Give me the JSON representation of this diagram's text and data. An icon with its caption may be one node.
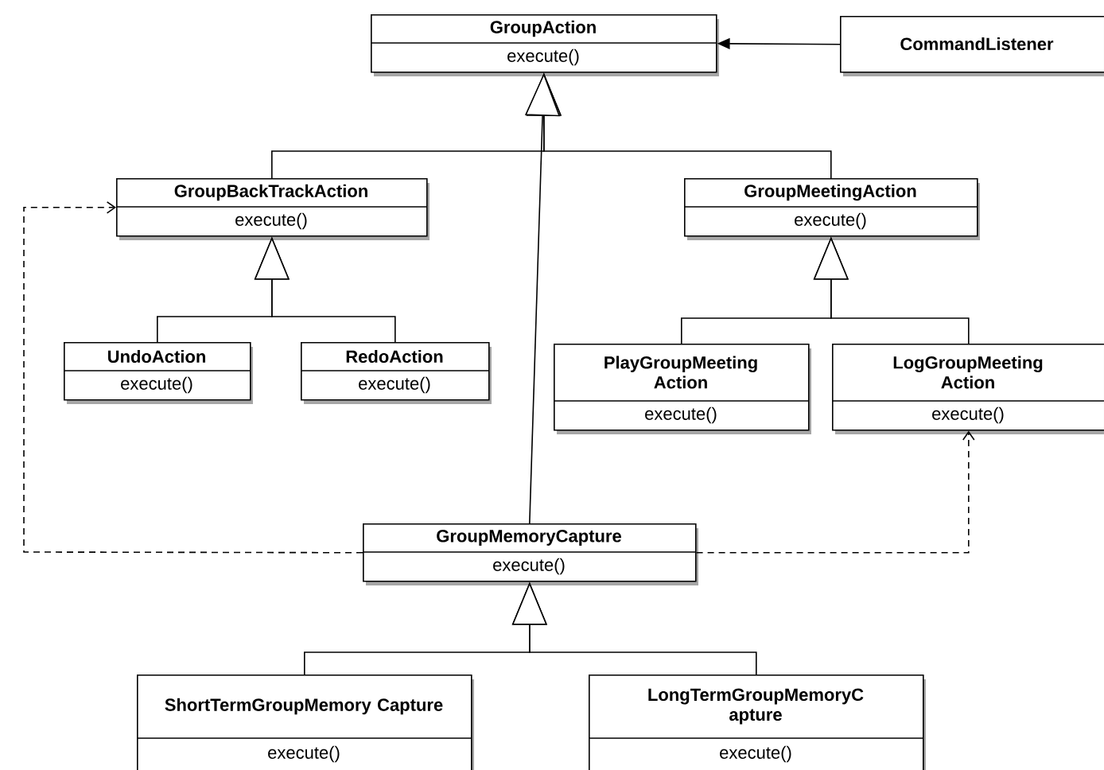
{
  "diagram": {
    "nodes": [
      {
        "text": [
          "GroupAction",
          "execute()"
        ]
      },
      {
        "text": [
          "CommandListener"
        ]
      },
      {
        "text": [
          "GroupBackTrackAction",
          "execute()"
        ]
      },
      {
        "text": [
          "GroupMeetingAction",
          "execute()"
        ]
      },
      {
        "text": [
          "UndoAction",
          "execute()"
        ]
      },
      {
        "text": [
          "RedoAction",
          "execute()"
        ]
      },
      {
        "text": [
          "PlayGroupMeeting Action",
          "execute()"
        ]
      },
      {
        "text": [
          "LogGroupMeeting Action",
          "execute()"
        ]
      },
      {
        "text": [
          "GroupMemoryCapture",
          "execute()"
        ]
      },
      {
        "text": [
          "ShortTermGroupMemory Capture",
          "execute()"
        ]
      },
      {
        "text": [
          "LongTermGroupMemoryC apture",
          "execute()"
        ]
      }
    ],
    "edges": [
      {
        "from": 1,
        "to": 0,
        "arrow": "to"
      },
      {
        "from": 2,
        "to": 0,
        "arrow": "to"
      },
      {
        "from": 3,
        "to": 0,
        "arrow": "to"
      },
      {
        "from": 8,
        "to": 0,
        "arrow": "to"
      },
      {
        "from": 4,
        "to": 2,
        "arrow": "to"
      },
      {
        "from": 5,
        "to": 2,
        "arrow": "to"
      },
      {
        "from": 6,
        "to": 3,
        "arrow": "to"
      },
      {
        "from": 7,
        "to": 3,
        "arrow": "to"
      },
      {
        "from": 9,
        "to": 8,
        "arrow": "to"
      },
      {
        "from": 10,
        "to": 8,
        "arrow": "to"
      },
      {
        "from": 8,
        "to": 2,
        "arrow": "to",
        "style": "dashed"
      },
      {
        "from": 8,
        "to": 7,
        "arrow": "to",
        "style": "dashed"
      }
    ]
  }
}
